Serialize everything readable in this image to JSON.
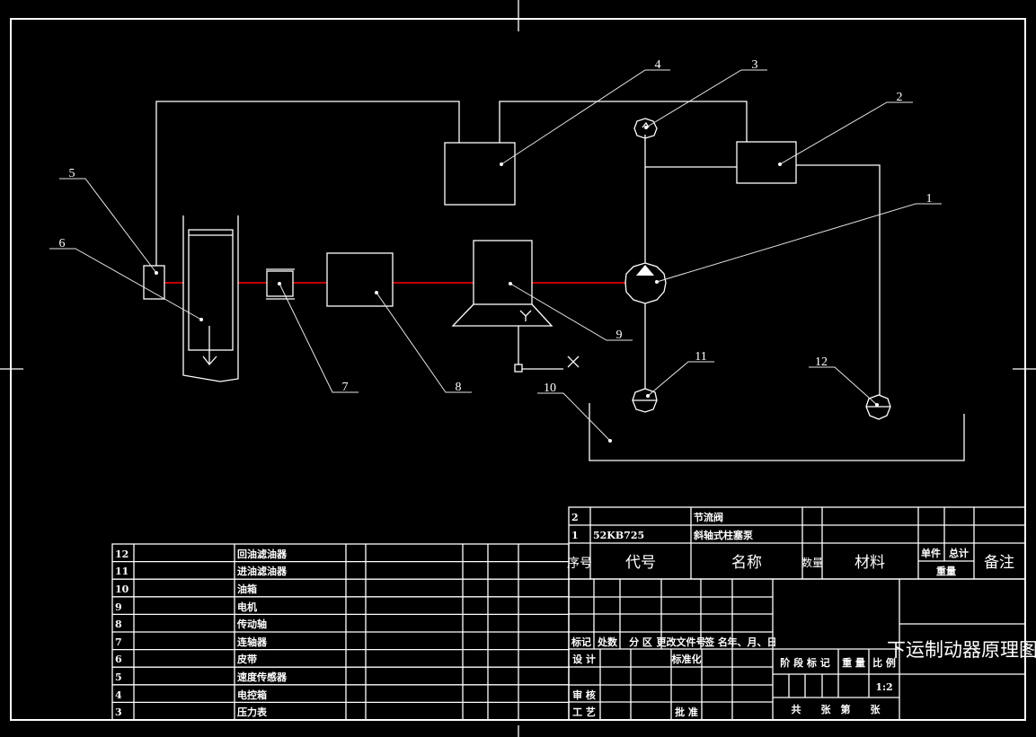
{
  "drawing": {
    "title": "下运制动器原理图",
    "scale": "1:2",
    "colors": {
      "background": "#000000",
      "line": "#ffffff",
      "shaft": "#ff0000"
    }
  },
  "callouts": [
    {
      "id": "1",
      "label": "1"
    },
    {
      "id": "2",
      "label": "2"
    },
    {
      "id": "3",
      "label": "3"
    },
    {
      "id": "4",
      "label": "4"
    },
    {
      "id": "5",
      "label": "5"
    },
    {
      "id": "6",
      "label": "6"
    },
    {
      "id": "7",
      "label": "7"
    },
    {
      "id": "8",
      "label": "8"
    },
    {
      "id": "9",
      "label": "9"
    },
    {
      "id": "10",
      "label": "10"
    },
    {
      "id": "11",
      "label": "11"
    },
    {
      "id": "12",
      "label": "12"
    }
  ],
  "parts_list_left": [
    {
      "no": "12",
      "code": "",
      "name": "回油滤油器"
    },
    {
      "no": "11",
      "code": "",
      "name": "进油滤油器"
    },
    {
      "no": "10",
      "code": "",
      "name": "油箱"
    },
    {
      "no": "9",
      "code": "",
      "name": "电机"
    },
    {
      "no": "8",
      "code": "",
      "name": "传动轴"
    },
    {
      "no": "7",
      "code": "",
      "name": "连轴器"
    },
    {
      "no": "6",
      "code": "",
      "name": "皮带"
    },
    {
      "no": "5",
      "code": "",
      "name": "速度传感器"
    },
    {
      "no": "4",
      "code": "",
      "name": "电控箱"
    },
    {
      "no": "3",
      "code": "",
      "name": "压力表"
    }
  ],
  "parts_list_right": [
    {
      "no": "2",
      "code": "",
      "name": "节流阀"
    },
    {
      "no": "1",
      "code": "52KB725",
      "name": "斜轴式柱塞泵"
    }
  ],
  "parts_header": {
    "no": "序号",
    "code": "代号",
    "name": "名称",
    "qty": "数量",
    "material": "材料",
    "unit": "单件",
    "total": "总计",
    "weight": "重量",
    "remark": "备注"
  },
  "revision_header": {
    "mark": "标记",
    "count": "处数",
    "zone": "分 区",
    "doc": "更改文件号",
    "sign": "签 名",
    "date": "年、月、日"
  },
  "signoff": {
    "design": "设 计",
    "standard": "标准化",
    "review": "审 核",
    "process": "工 艺",
    "approve": "批 准"
  },
  "stage_block": {
    "stage": "阶 段 标 记",
    "weight": "重 量",
    "ratio": "比 例",
    "sheets": "共　　张　第　　张"
  }
}
